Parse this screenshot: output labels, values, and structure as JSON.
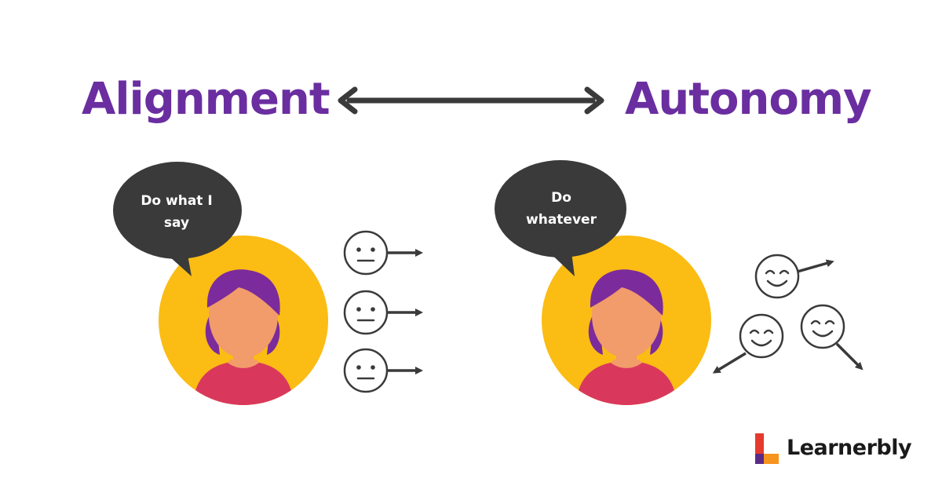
{
  "titles": {
    "left": "Alignment",
    "right": "Autonomy"
  },
  "bubbles": {
    "left": {
      "line1": "Do what I",
      "line2": "say"
    },
    "right": {
      "line1": "Do",
      "line2": "whatever"
    }
  },
  "brand": {
    "name": "Learnerbly"
  },
  "colors": {
    "title_purple": "#6a2ea0",
    "bubble_dark": "#3a3a3a",
    "halo_yellow": "#fbbc14",
    "skin": "#f29b6b",
    "hair_purple": "#7b2b9b",
    "shirt_pink": "#d9385c",
    "arrow_gray": "#3a3a3a",
    "logo_red": "#e63a2e",
    "logo_orange": "#f7941d",
    "logo_purple": "#5b2a86"
  },
  "icons": {
    "neutral_face": "neutral-face-icon",
    "smiling_face": "smiling-face-icon",
    "double_arrow": "double-arrow-icon"
  }
}
